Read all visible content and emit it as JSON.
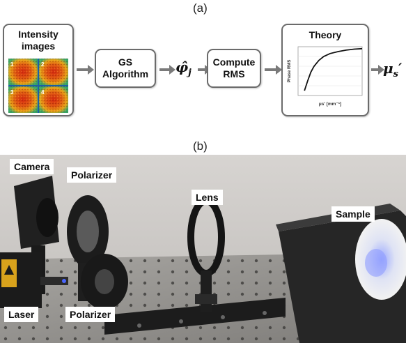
{
  "panel_a": {
    "label": "(a)",
    "intensity_box": {
      "title_line1": "Intensity",
      "title_line2": "images",
      "quadrants": [
        "1",
        "2",
        "3",
        "4"
      ]
    },
    "gs_box": {
      "line1": "GS",
      "line2": "Algorithm"
    },
    "phi_symbol": "φ̂",
    "phi_sub": "j",
    "rms_box": {
      "line1": "Compute",
      "line2": "RMS"
    },
    "theory_box": {
      "title": "Theory",
      "ylabel": "Phase RMS",
      "xlabel": "μs' [mm⁻¹]"
    },
    "output_symbol": "μ",
    "output_sub": "s",
    "output_prime": "′"
  },
  "panel_b": {
    "label": "(b)",
    "labels": {
      "camera": "Camera",
      "polarizer_top": "Polarizer",
      "lens": "Lens",
      "sample": "Sample",
      "laser": "Laser",
      "polarizer_bottom": "Polarizer"
    }
  },
  "colors": {
    "box_border": "#6b6b6b",
    "arrow": "#7a7a7a",
    "curve": "#111111"
  },
  "chart_data": {
    "type": "line",
    "title": "Theory",
    "xlabel": "μs' [mm⁻¹]",
    "ylabel": "Phase RMS",
    "x": [
      0.4,
      0.6,
      0.8,
      1.0,
      1.3,
      1.6,
      2.0,
      2.5,
      3.0,
      3.5,
      4.0
    ],
    "series": [
      {
        "values": [
          0.1,
          0.3,
          0.48,
          0.6,
          0.72,
          0.8,
          0.86,
          0.9,
          0.93,
          0.95,
          0.96
        ]
      }
    ],
    "xlim": [
      0,
      4
    ],
    "ylim": [
      0,
      1
    ]
  }
}
